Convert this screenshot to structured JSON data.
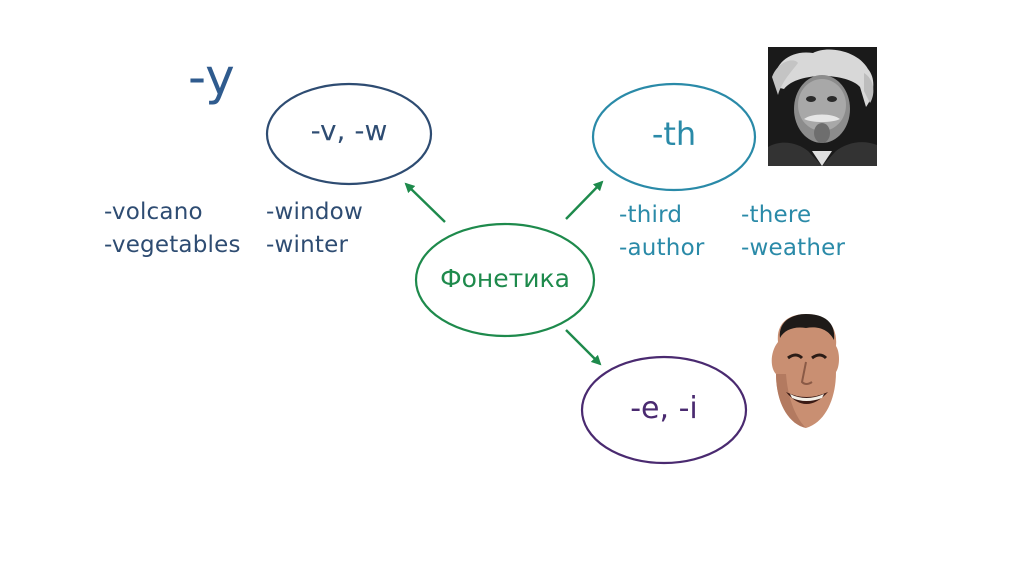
{
  "slide": {
    "corner_label": "-y",
    "center": {
      "label": "Фонетика",
      "color": "#1e8a4c"
    },
    "nodes": {
      "vw": {
        "label": "-v, -w",
        "color": "#2e4c72"
      },
      "th": {
        "label": "-th",
        "color": "#2a8aa8"
      },
      "ei": {
        "label": "-e, -i",
        "color": "#4a2a70"
      }
    },
    "examples": {
      "vw": {
        "col1": [
          "-volcano",
          "-vegetables"
        ],
        "col2": [
          "-window",
          "-winter"
        ]
      },
      "th": {
        "col1": [
          "-third",
          "-author"
        ],
        "col2": [
          "-there",
          "-weather"
        ]
      }
    },
    "images": {
      "top_right": "tongue-out-portrait-photo",
      "bottom_right": "grinning-face-photo"
    }
  }
}
